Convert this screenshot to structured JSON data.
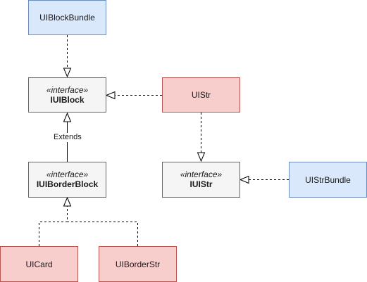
{
  "nodes": {
    "uiblockbundle": {
      "label": "UIBlockBundle"
    },
    "iuiblock": {
      "stereotype": "«interface»",
      "label": "IUIBlock"
    },
    "uistr": {
      "label": "UIStr"
    },
    "iuiborderblock": {
      "stereotype": "«interface»",
      "label": "IUIBorderBlock"
    },
    "iuistr": {
      "stereotype": "«interface»",
      "label": "IUIStr"
    },
    "uistrbundle": {
      "label": "UIStrBundle"
    },
    "uicard": {
      "label": "UICard"
    },
    "uiborderstr": {
      "label": "UIBorderStr"
    }
  },
  "edges": {
    "extends_label": "Extends"
  },
  "colors": {
    "blue_fill": "#dae8fc",
    "red_fill": "#f8cecc",
    "gray_fill": "#f5f5f5"
  }
}
